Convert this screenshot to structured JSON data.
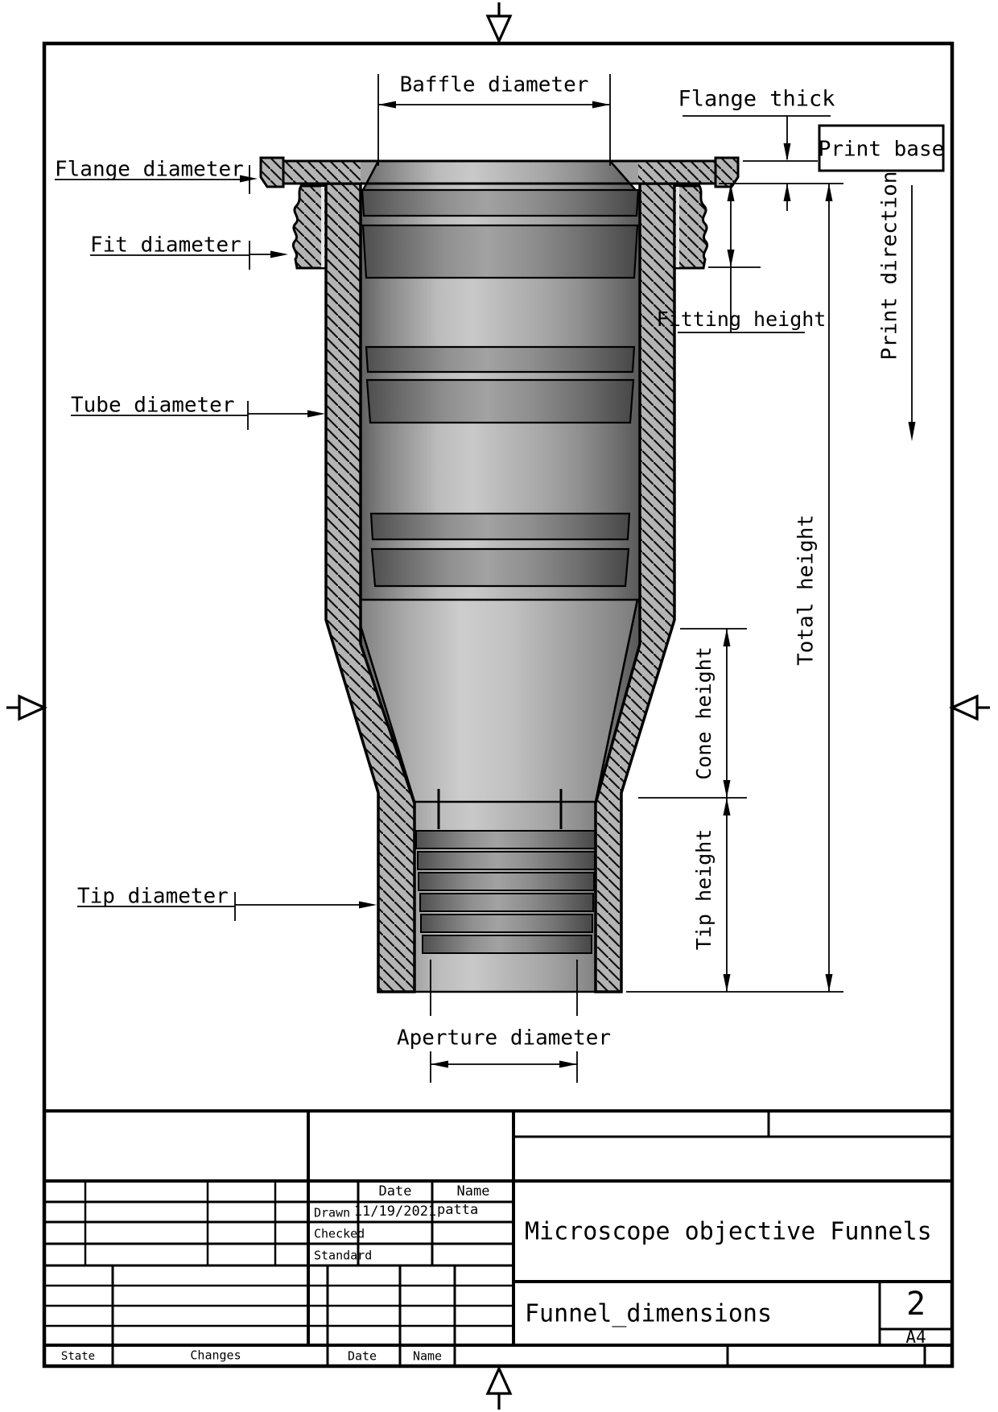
{
  "drawing": {
    "labels": {
      "baffle_diameter": "Baffle diameter",
      "flange_thick": "Flange thick",
      "print_base": "Print base",
      "flange_diameter": "Flange diameter",
      "fit_diameter": "Fit diameter",
      "fitting_height": "Fitting height",
      "print_direction": "Print direction",
      "tube_diameter": "Tube diameter",
      "total_height": "Total height",
      "cone_height": "Cone height",
      "tip_height": "Tip height",
      "tip_diameter": "Tip diameter",
      "aperture_diameter": "Aperture diameter"
    },
    "colors": {
      "line": "#000000",
      "hatch_background": "#b4b4b4",
      "body_mid_gray": "#b2b2b2",
      "flange_gray": "#a0a0a0"
    }
  },
  "title_block": {
    "project_title": "Microscope objective Funnels",
    "drawing_name": "Funnel_dimensions",
    "sheet": "2",
    "format": "A4",
    "header_date": "Date",
    "header_name": "Name",
    "row_drawn": "Drawn",
    "row_checked": "Checked",
    "row_standard": "Standard",
    "drawn_date": "11/19/2021",
    "drawn_by": "patta",
    "footer_state": "State",
    "footer_changes": "Changes",
    "footer_date": "Date",
    "footer_name": "Name"
  }
}
